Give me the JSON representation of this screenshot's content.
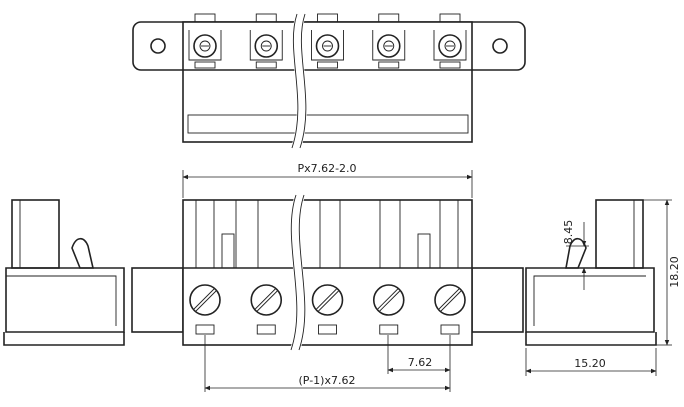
{
  "dimensions": {
    "overall_width": "Px7.62-2.0",
    "total_pitch": "(P-1)x7.62",
    "pitch": "7.62",
    "lever_height": "8.45",
    "height": "18.20",
    "depth": "15.20"
  },
  "counts": {
    "screws": 5
  }
}
